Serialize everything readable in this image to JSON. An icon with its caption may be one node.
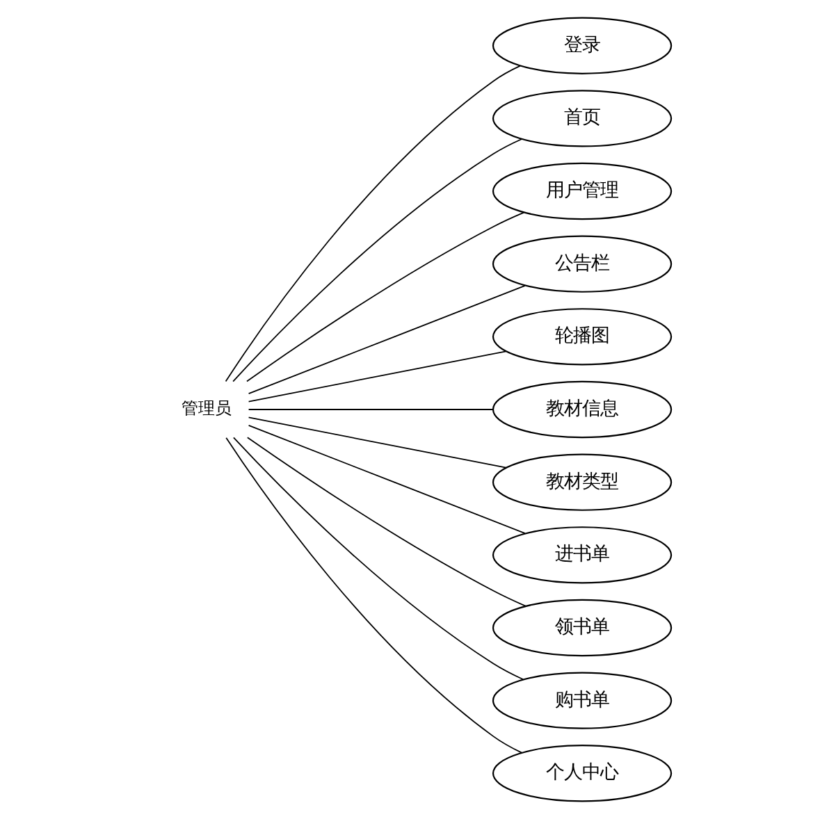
{
  "diagram": {
    "nodes": [
      {
        "text": [
          "管理员"
        ]
      },
      {
        "text": [
          "登录"
        ]
      },
      {
        "text": [
          "首页"
        ]
      },
      {
        "text": [
          "用户管理"
        ]
      },
      {
        "text": [
          "公告栏"
        ]
      },
      {
        "text": [
          "轮播图"
        ]
      },
      {
        "text": [
          "教材信息"
        ]
      },
      {
        "text": [
          "教材类型"
        ]
      },
      {
        "text": [
          "进书单"
        ]
      },
      {
        "text": [
          "领书单"
        ]
      },
      {
        "text": [
          "购书单"
        ]
      },
      {
        "text": [
          "个人中心"
        ]
      }
    ],
    "edges": [
      {
        "from": 0,
        "to": 1,
        "arrow": "none"
      },
      {
        "from": 0,
        "to": 2,
        "arrow": "none"
      },
      {
        "from": 0,
        "to": 3,
        "arrow": "none"
      },
      {
        "from": 0,
        "to": 4,
        "arrow": "none"
      },
      {
        "from": 0,
        "to": 5,
        "arrow": "none"
      },
      {
        "from": 0,
        "to": 6,
        "arrow": "none"
      },
      {
        "from": 0,
        "to": 7,
        "arrow": "none"
      },
      {
        "from": 0,
        "to": 8,
        "arrow": "none"
      },
      {
        "from": 0,
        "to": 9,
        "arrow": "none"
      },
      {
        "from": 0,
        "to": 10,
        "arrow": "none"
      },
      {
        "from": 0,
        "to": 11,
        "arrow": "none"
      }
    ]
  }
}
